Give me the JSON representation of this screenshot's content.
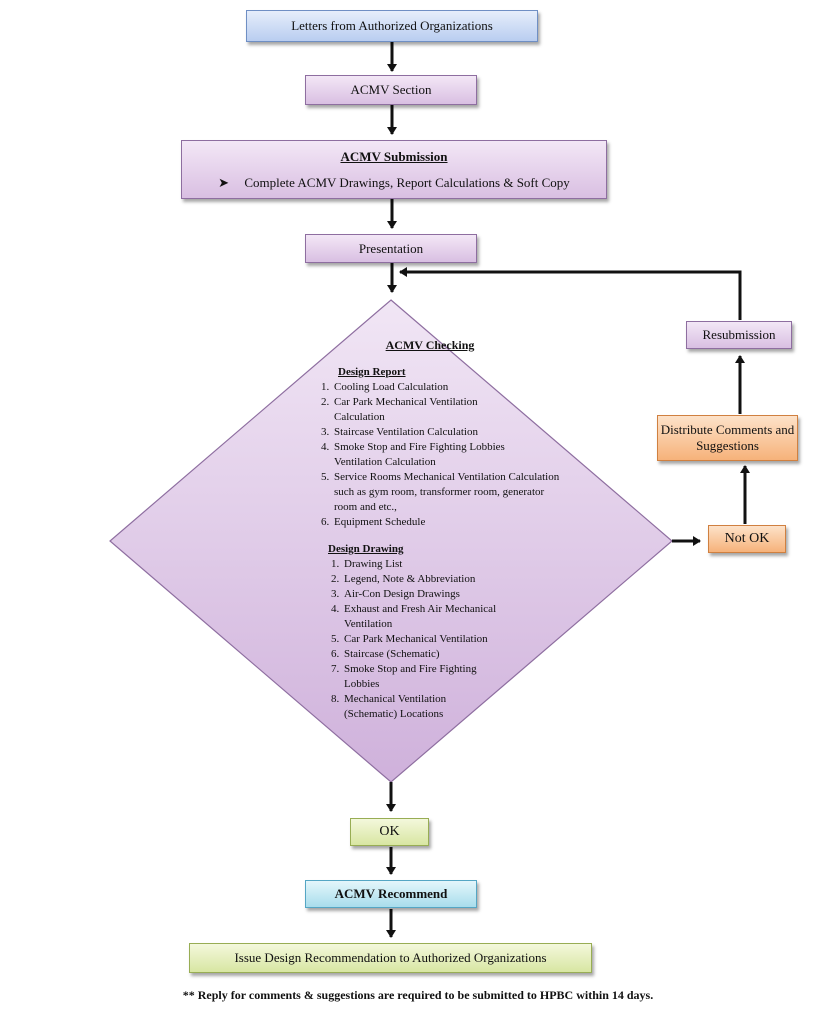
{
  "nodes": {
    "letters": "Letters from Authorized Organizations",
    "section": "ACMV Section",
    "submission_title": "ACMV Submission",
    "submission_bullet": "Complete ACMV Drawings, Report Calculations & Soft Copy",
    "presentation": "Presentation",
    "resubmission": "Resubmission",
    "distribute": "Distribute Comments and Suggestions",
    "not_ok": "Not OK",
    "ok": "OK",
    "recommend": "ACMV Recommend",
    "issue": "Issue Design Recommendation to Authorized Organizations"
  },
  "checking": {
    "title": "ACMV Checking",
    "design_report_title": "Design Report",
    "design_report": [
      "Cooling Load Calculation",
      "Car Park Mechanical Ventilation Calculation",
      "Staircase Ventilation Calculation",
      "Smoke Stop and Fire Fighting Lobbies Ventilation Calculation",
      "Service Rooms Mechanical Ventilation Calculation such as gym room, transformer room, generator room and etc.,",
      "Equipment Schedule"
    ],
    "design_drawing_title": "Design Drawing",
    "design_drawing": [
      "Drawing List",
      "Legend, Note & Abbreviation",
      "Air-Con Design Drawings",
      "Exhaust and Fresh Air Mechanical Ventilation",
      "Car Park Mechanical Ventilation",
      "Staircase (Schematic)",
      "Smoke Stop and Fire Fighting Lobbies",
      "Mechanical Ventilation (Schematic) Locations"
    ]
  },
  "footnote": "** Reply for comments & suggestions are required to be submitted to HPBC within 14 days.",
  "colors": {
    "blue_box": "#b9cdf0",
    "purple_box": "#d9bfe2",
    "orange_box": "#f6b27a",
    "green_box": "#d8e6a2",
    "cyan_box": "#a8ddec",
    "arrow": "#111111"
  }
}
